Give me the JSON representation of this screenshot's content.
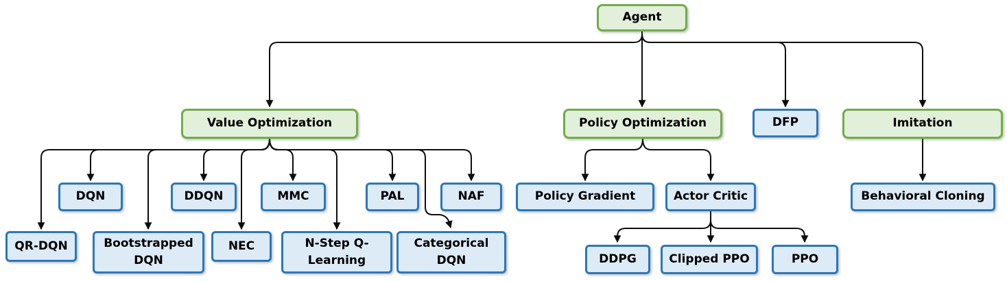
{
  "diagram_type": "tree",
  "colors": {
    "green_fill": "#e2efda",
    "green_border": "#70ad47",
    "blue_fill": "#ddebf7",
    "blue_border": "#2878bf",
    "line_color": "#0d0d0d",
    "text_color": "#000000",
    "bg": "#ffffff"
  },
  "nodes": {
    "agent": {
      "label": "Agent",
      "style": "green"
    },
    "value_optimization": {
      "label": "Value Optimization",
      "style": "green"
    },
    "policy_optimization": {
      "label": "Policy Optimization",
      "style": "green"
    },
    "dfp": {
      "label": "DFP",
      "style": "blue"
    },
    "imitation": {
      "label": "Imitation",
      "style": "green"
    },
    "dqn": {
      "label": "DQN",
      "style": "blue"
    },
    "ddqn": {
      "label": "DDQN",
      "style": "blue"
    },
    "mmc": {
      "label": "MMC",
      "style": "blue"
    },
    "pal": {
      "label": "PAL",
      "style": "blue"
    },
    "naf": {
      "label": "NAF",
      "style": "blue"
    },
    "qr_dqn": {
      "label": "QR-DQN",
      "style": "blue"
    },
    "bootstrapped_dqn": {
      "label": "Bootstrapped DQN",
      "style": "blue"
    },
    "nec": {
      "label": "NEC",
      "style": "blue"
    },
    "n_step_q_learning": {
      "label": "N-Step Q-Learning",
      "style": "blue"
    },
    "categorical_dqn": {
      "label": "Categorical DQN",
      "style": "blue"
    },
    "policy_gradient": {
      "label": "Policy Gradient",
      "style": "blue"
    },
    "actor_critic": {
      "label": "Actor Critic",
      "style": "blue"
    },
    "behavioral_cloning": {
      "label": "Behavioral Cloning",
      "style": "blue"
    },
    "ddpg": {
      "label": "DDPG",
      "style": "blue"
    },
    "clipped_ppo": {
      "label": "Clipped PPO",
      "style": "blue"
    },
    "ppo": {
      "label": "PPO",
      "style": "blue"
    }
  },
  "edges": [
    {
      "from": "agent",
      "to": "value_optimization"
    },
    {
      "from": "agent",
      "to": "policy_optimization"
    },
    {
      "from": "agent",
      "to": "dfp"
    },
    {
      "from": "agent",
      "to": "imitation"
    },
    {
      "from": "value_optimization",
      "to": "qr_dqn"
    },
    {
      "from": "value_optimization",
      "to": "dqn"
    },
    {
      "from": "value_optimization",
      "to": "bootstrapped_dqn"
    },
    {
      "from": "value_optimization",
      "to": "ddqn"
    },
    {
      "from": "value_optimization",
      "to": "nec"
    },
    {
      "from": "value_optimization",
      "to": "mmc"
    },
    {
      "from": "value_optimization",
      "to": "n_step_q_learning"
    },
    {
      "from": "value_optimization",
      "to": "pal"
    },
    {
      "from": "value_optimization",
      "to": "categorical_dqn"
    },
    {
      "from": "value_optimization",
      "to": "naf"
    },
    {
      "from": "policy_optimization",
      "to": "policy_gradient"
    },
    {
      "from": "policy_optimization",
      "to": "actor_critic"
    },
    {
      "from": "imitation",
      "to": "behavioral_cloning"
    },
    {
      "from": "actor_critic",
      "to": "ddpg"
    },
    {
      "from": "actor_critic",
      "to": "clipped_ppo"
    },
    {
      "from": "actor_critic",
      "to": "ppo"
    }
  ]
}
